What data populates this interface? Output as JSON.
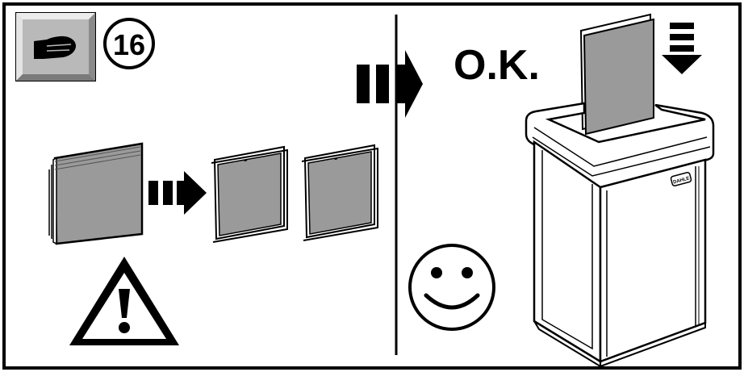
{
  "step": {
    "number": "16",
    "icon": "hand-icon"
  },
  "result": {
    "ok_label": "O.K."
  },
  "shredder": {
    "brand_label": "DAHLE"
  },
  "icons": {
    "warning": "warning-triangle-icon",
    "smiley": "smiley-face-icon",
    "arrow_right": "arrow-right-icon",
    "arrow_down": "arrow-down-icon"
  },
  "colors": {
    "paper_fill": "#9a9a9a",
    "button_fill": "#b9b9b9",
    "outline": "#000000",
    "background": "#ffffff"
  }
}
